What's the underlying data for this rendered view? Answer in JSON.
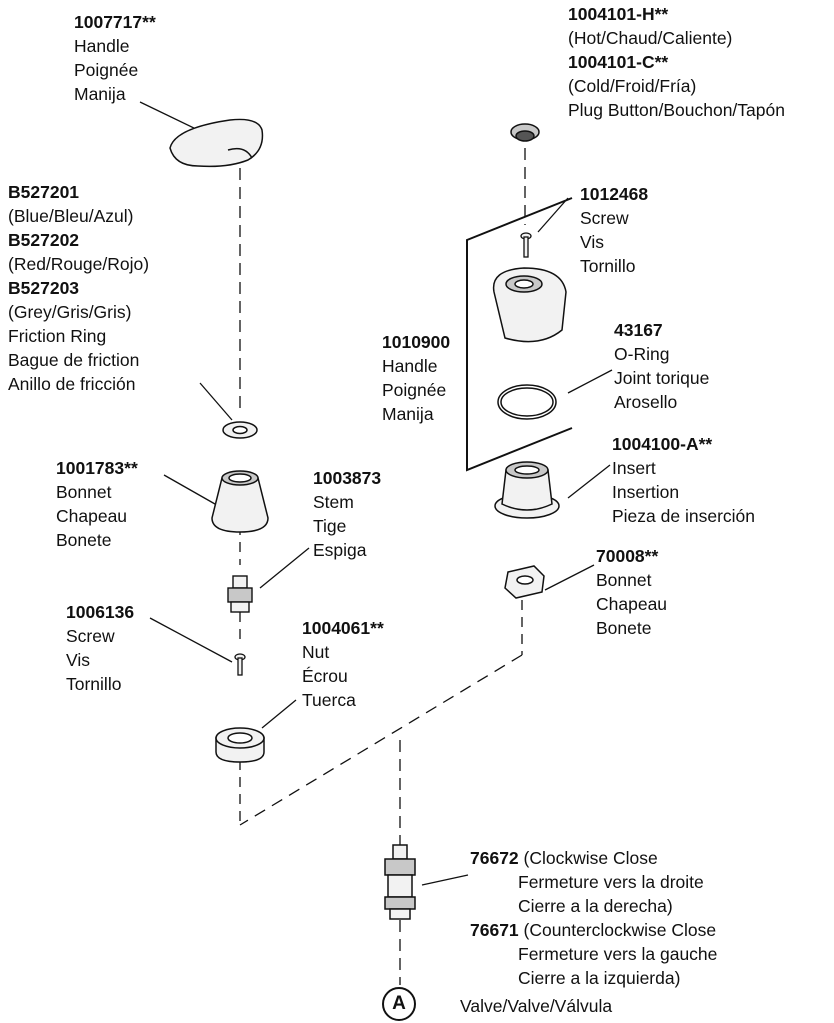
{
  "parts": {
    "handle_left": {
      "part": "1007717**",
      "lines": [
        "Handle",
        "Poignée",
        "Manija"
      ]
    },
    "plug_button": {
      "part_hot": "1004101-H**",
      "hot": "(Hot/Chaud/Caliente)",
      "part_cold": "1004101-C**",
      "cold": "(Cold/Froid/Fría)",
      "name": "Plug Button/Bouchon/Tapón"
    },
    "friction_ring": {
      "part_blue": "B527201",
      "blue": "(Blue/Bleu/Azul)",
      "part_red": "B527202",
      "red": "(Red/Rouge/Rojo)",
      "part_grey": "B527203",
      "grey": "(Grey/Gris/Gris)",
      "lines": [
        "Friction Ring",
        "Bague de friction",
        "Anillo de fricción"
      ]
    },
    "screw_right": {
      "part": "1012468",
      "lines": [
        "Screw",
        "Vis",
        "Tornillo"
      ]
    },
    "handle_right": {
      "part": "1010900",
      "lines": [
        "Handle",
        "Poignée",
        "Manija"
      ]
    },
    "o_ring": {
      "part": "43167",
      "lines": [
        "O-Ring",
        "Joint torique",
        "Arosello"
      ]
    },
    "insert": {
      "part": "1004100-A**",
      "lines": [
        "Insert",
        "Insertion",
        "Pieza de inserción"
      ]
    },
    "bonnet_left": {
      "part": "1001783**",
      "lines": [
        "Bonnet",
        "Chapeau",
        "Bonete"
      ]
    },
    "stem": {
      "part": "1003873",
      "lines": [
        "Stem",
        "Tige",
        "Espiga"
      ]
    },
    "bonnet_right": {
      "part": "70008**",
      "lines": [
        "Bonnet",
        "Chapeau",
        "Bonete"
      ]
    },
    "screw_left": {
      "part": "1006136",
      "lines": [
        "Screw",
        "Vis",
        "Tornillo"
      ]
    },
    "nut": {
      "part": "1004061**",
      "lines": [
        "Nut",
        "Écrou",
        "Tuerca"
      ]
    },
    "valve": {
      "part_cw": "76672",
      "cw": [
        "(Clockwise Close",
        "Fermeture vers la droite",
        "Cierre a la derecha)"
      ],
      "part_ccw": "76671",
      "ccw": [
        "(Counterclockwise Close",
        "Fermeture vers la gauche",
        "Cierre a la izquierda)"
      ],
      "name": "Valve/Valve/Válvula"
    },
    "callout": "A"
  },
  "colors": {
    "line": "#111111",
    "part_fill": "#f2f2f2",
    "part_shade": "#c8c8c8"
  }
}
